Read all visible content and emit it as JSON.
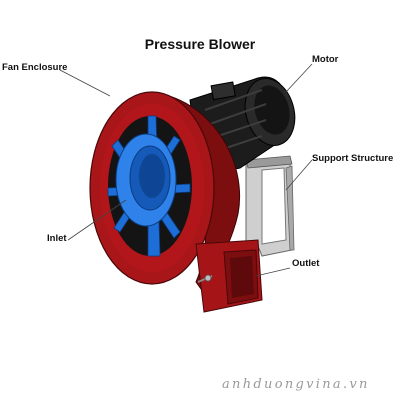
{
  "diagram": {
    "title": "Pressure Blower",
    "callouts": {
      "fan_enclosure": "Fan Enclosure",
      "motor": "Motor",
      "support_structure": "Support Structure",
      "inlet": "Inlet",
      "outlet": "Outlet"
    },
    "colors": {
      "enclosure": "#b3161a",
      "enclosure_dark": "#7d0e10",
      "inlet": "#1e6ed8",
      "motor": "#1a1a1a",
      "support": "#c8c8c8"
    }
  },
  "watermark": "anhduongvina.vn"
}
